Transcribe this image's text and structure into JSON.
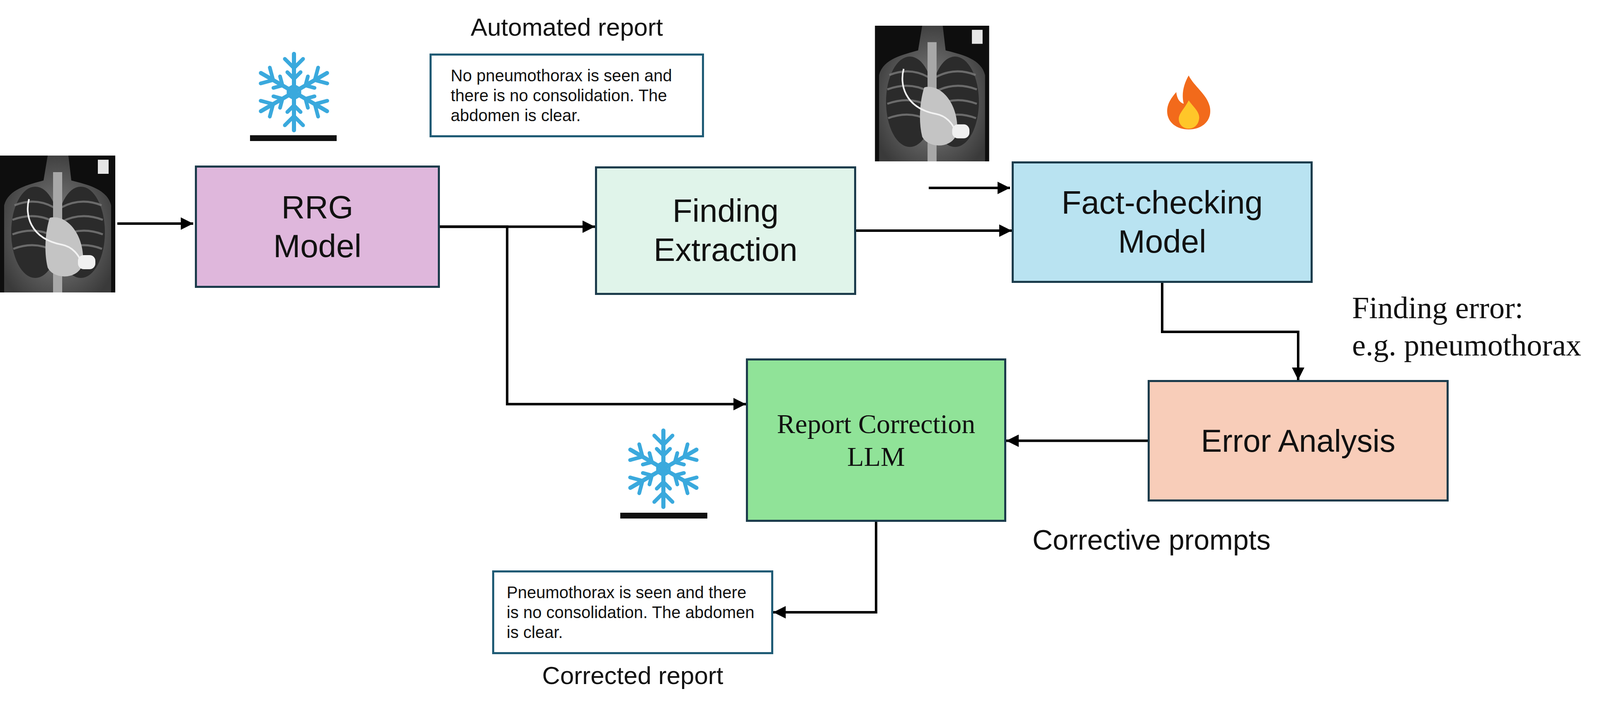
{
  "diagram": {
    "nodes": [
      {
        "text": [
          "RRG Model"
        ]
      },
      {
        "text": [
          "Automated report",
          "No pneumothorax is seen and there is no consolidation. The abdomen is clear."
        ]
      },
      {
        "text": [
          "Finding Extraction"
        ]
      },
      {
        "text": [
          "Fact-checking Model"
        ]
      },
      {
        "text": [
          "Report Correction LLM"
        ]
      },
      {
        "text": [
          "Error Analysis"
        ]
      },
      {
        "text": [
          "Pneumothorax is seen and there is no consolidation. The abdomen is clear.",
          "Corrected report"
        ]
      }
    ],
    "edges": [
      {
        "from": 0,
        "to": 2,
        "arrow": "to"
      },
      {
        "from": 0,
        "to": 4,
        "arrow": "to"
      },
      {
        "from": 2,
        "to": 3,
        "arrow": "to"
      },
      {
        "from": 3,
        "to": 5,
        "arrow": "to"
      },
      {
        "from": 5,
        "to": 4,
        "arrow": "to"
      },
      {
        "from": 4,
        "to": 6,
        "arrow": "to"
      }
    ],
    "labels": [
      "Finding error:",
      "e.g. pneumothorax",
      "Corrective prompts"
    ]
  }
}
